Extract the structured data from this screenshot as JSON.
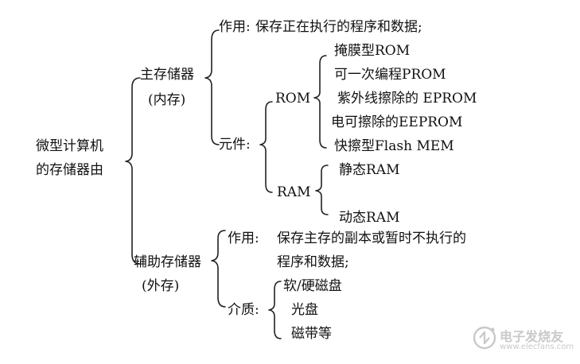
{
  "root": {
    "line1": "微型计算机",
    "line2": "的存储器由"
  },
  "main_memory": {
    "title": "主存储器",
    "subtitle": "(内存)",
    "function_label": "作用:",
    "function_text": "保存正在执行的程序和数据;",
    "components_label": "元件:",
    "rom": {
      "label": "ROM",
      "items": [
        "掩膜型ROM",
        "可一次编程PROM",
        "紫外线擦除的 EPROM",
        "电可擦除的EEPROM",
        "快擦型Flash  MEM"
      ]
    },
    "ram": {
      "label": "RAM",
      "items": [
        "静态RAM",
        "动态RAM"
      ]
    }
  },
  "aux_memory": {
    "title": "辅助存储器",
    "subtitle": "(外存)",
    "function_label": "作用:",
    "function_line1": "保存主存的副本或暂时不执行的",
    "function_line2": "程序和数据;",
    "media_label": "介质:",
    "media": [
      "软/硬磁盘",
      "光盘",
      "磁带等"
    ]
  },
  "watermark": {
    "brand": "电子发烧友",
    "url": "www.elecfans.com",
    "logo_icon": "circuit-logo-icon",
    "color": "#c9c9c9"
  },
  "colors": {
    "text": "#111111",
    "brace": "#222222",
    "background": "#ffffff"
  }
}
